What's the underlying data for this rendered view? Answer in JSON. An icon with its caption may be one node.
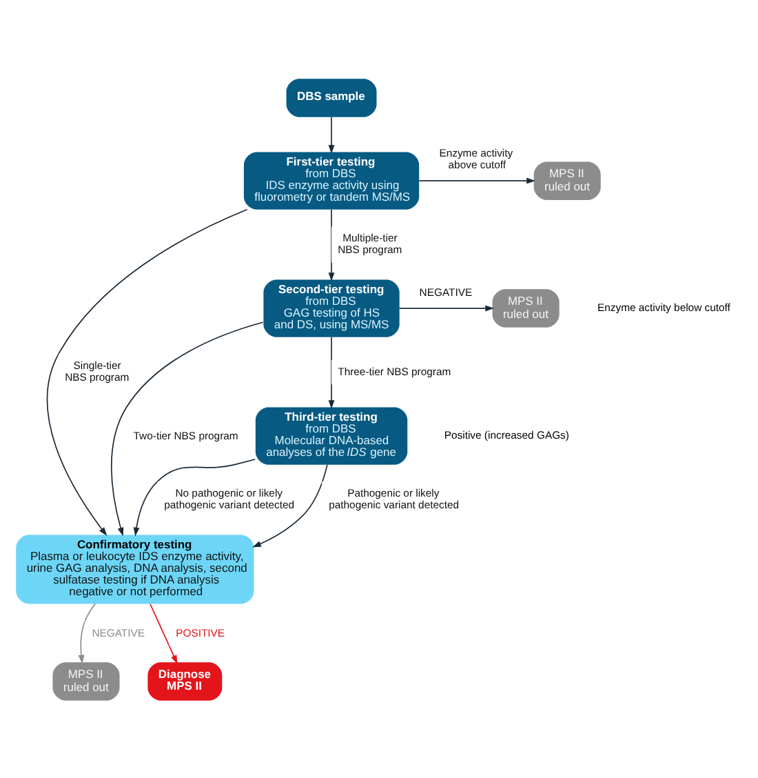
{
  "diagram": {
    "nodes": [
      {
        "text": [
          "DBS sample"
        ]
      },
      {
        "text": [
          "First-tier testing",
          "from DBS",
          "IDS enzyme activity using fluorometry or tandem MS/MS"
        ]
      },
      {
        "text": [
          "MPS II ruled out"
        ]
      },
      {
        "text": [
          "Second-tier testing",
          "from DBS",
          "GAG testing of HS and DS, using MS/MS"
        ]
      },
      {
        "text": [
          "MPS II ruled out"
        ]
      },
      {
        "text": [
          "Third-tier testing",
          "from DBS",
          "Molecular DNA-based analyses of the *IDS* gene"
        ]
      },
      {
        "text": [
          "Confirmatory testing",
          "Plasma or leukocyte IDS enzyme activity, urine GAG analysis, DNA analysis, second sulfatase testing if DNA analysis negative or not performed"
        ]
      },
      {
        "text": [
          "MPS II ruled out"
        ]
      },
      {
        "text": [
          "Diagnose MPS II"
        ]
      }
    ],
    "edges": [
      {
        "from": 0,
        "to": 1,
        "arrow": "to"
      },
      {
        "from": 1,
        "to": 2,
        "arrow": "to",
        "label": "Enzyme activity above cutoff"
      },
      {
        "from": 1,
        "to": 6,
        "arrow": "to",
        "label": "Single-tier NBS program"
      },
      {
        "from": 1,
        "to": 3,
        "arrow": "to",
        "label": "Multiple-tier NBS program"
      },
      {
        "from": 3,
        "to": 4,
        "arrow": "to",
        "label": "NEGATIVE"
      },
      {
        "from": 3,
        "to": 6,
        "arrow": "to",
        "label": "Two-tier NBS program"
      },
      {
        "from": 3,
        "to": 5,
        "arrow": "to",
        "label": "Three-tier NBS program"
      },
      {
        "from": 5,
        "to": 6,
        "arrow": "to",
        "label": "No pathogenic or likely pathogenic variant detected"
      },
      {
        "from": 5,
        "to": 6,
        "arrow": "to",
        "label": "Pathogenic or likely pathogenic variant detected"
      },
      {
        "from": 6,
        "to": 7,
        "arrow": "to",
        "label": "NEGATIVE",
        "color": "#8c8c8c"
      },
      {
        "from": 6,
        "to": 8,
        "arrow": "to",
        "label": "POSITIVE",
        "color": "#e3151b"
      }
    ],
    "labels": [
      "Enzyme activity below cutoff",
      "Positive (increased GAGs)"
    ]
  }
}
